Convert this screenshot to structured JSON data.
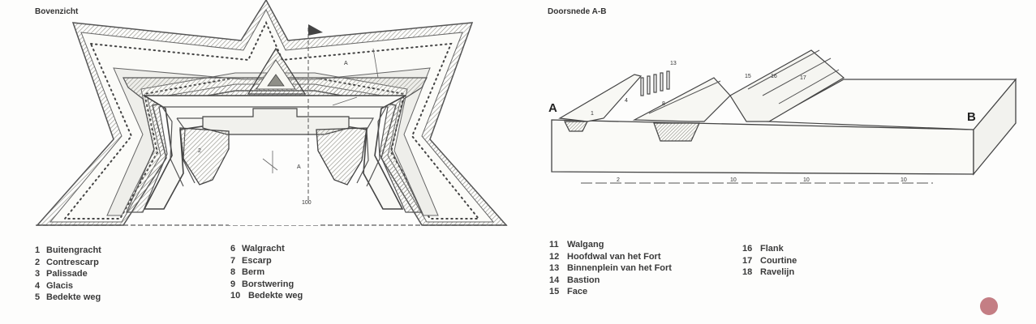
{
  "plan": {
    "title": "Bovenzicht",
    "labels": {
      "a": "A",
      "ad": "A",
      "two": "2",
      "hundred": "100"
    }
  },
  "section": {
    "title": "Doorsnede A-B",
    "labels": {
      "A": "A",
      "B": "B",
      "n1": "1",
      "n4": "4",
      "n8": "8",
      "n13": "13",
      "n15": "15",
      "n16": "16",
      "n17": "17",
      "s2": "2",
      "s10a": "10",
      "s10b": "10",
      "s10c": "10"
    }
  },
  "legend_left": {
    "col1": [
      {
        "num": "1",
        "text": "Buitengracht"
      },
      {
        "num": "2",
        "text": "Contrescarp"
      },
      {
        "num": "3",
        "text": "Palissade"
      },
      {
        "num": "4",
        "text": "Glacis"
      },
      {
        "num": "5",
        "text": "Bedekte weg"
      }
    ],
    "col2": [
      {
        "num": "6",
        "text": "Walgracht"
      },
      {
        "num": "7",
        "text": "Escarp"
      },
      {
        "num": "8",
        "text": "Berm"
      },
      {
        "num": "9",
        "text": "Borstwering"
      },
      {
        "num": "10",
        "text": "Bedekte weg"
      }
    ]
  },
  "legend_right": {
    "col1": [
      {
        "num": "11",
        "text": "Walgang"
      },
      {
        "num": "12",
        "text": "Hoofdwal van het Fort"
      },
      {
        "num": "13",
        "text": "Binnenplein van het Fort"
      },
      {
        "num": "14",
        "text": "Bastion"
      },
      {
        "num": "15",
        "text": "Face"
      }
    ],
    "col2": [
      {
        "num": "16",
        "text": "Flank"
      },
      {
        "num": "17",
        "text": "Courtine"
      },
      {
        "num": "18",
        "text": "Ravelijn"
      }
    ]
  },
  "colors": {
    "marker_dot": "#c47e84",
    "ink": "#3a3a3a",
    "hatch": "#9a9a92",
    "moat": "#b9b9b0"
  }
}
